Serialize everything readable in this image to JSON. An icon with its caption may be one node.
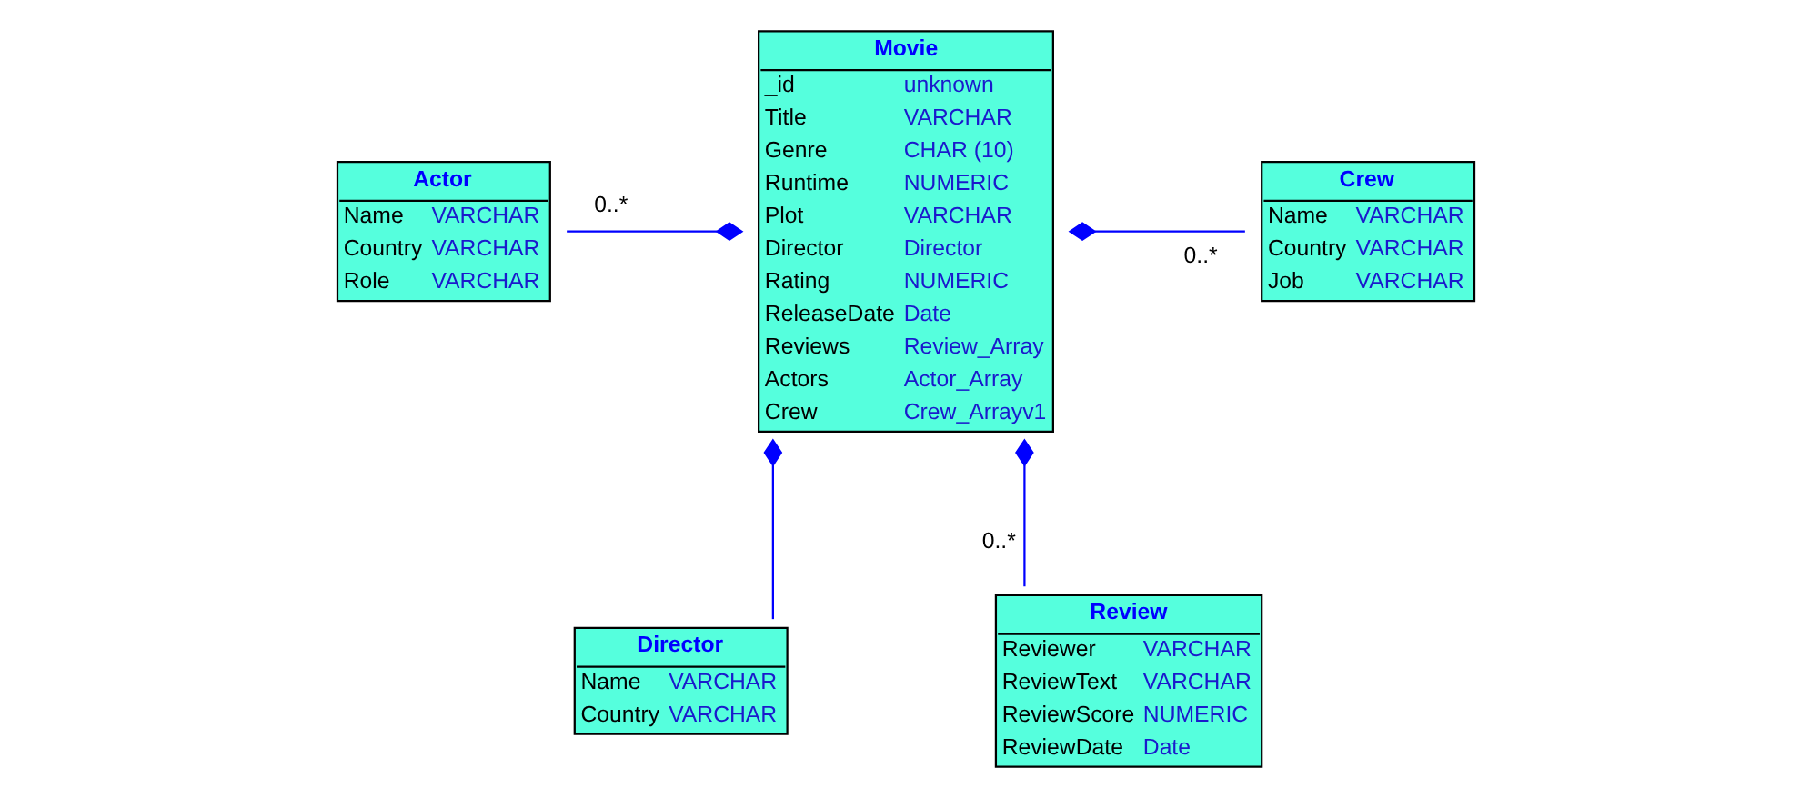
{
  "diagram": {
    "nodes": [
      {
        "text": [
          "Actor",
          "Name",
          "VARCHAR",
          "Country",
          "VARCHAR",
          "Role",
          "VARCHAR"
        ]
      },
      {
        "text": [
          "Movie",
          "_id",
          "unknown",
          "Title",
          "VARCHAR",
          "Genre",
          "CHAR (10)",
          "Runtime",
          "NUMERIC",
          "Plot",
          "VARCHAR",
          "Director",
          "Director",
          "Rating",
          "NUMERIC",
          "ReleaseDate",
          "Date",
          "Reviews",
          "Review_Array",
          "Actors",
          "Actor_Array",
          "Crew",
          "Crew_Arrayv1"
        ]
      },
      {
        "text": [
          "Crew",
          "Name",
          "VARCHAR",
          "Country",
          "VARCHAR",
          "Job",
          "VARCHAR"
        ]
      },
      {
        "text": [
          "Director",
          "Name",
          "VARCHAR",
          "Country",
          "VARCHAR"
        ]
      },
      {
        "text": [
          "Review",
          "Reviewer",
          "VARCHAR",
          "ReviewText",
          "VARCHAR",
          "ReviewScore",
          "NUMERIC",
          "ReviewDate",
          "Date"
        ]
      }
    ],
    "edges": [
      {
        "from": 1,
        "to": 0,
        "arrow": "other",
        "label": "0..*"
      },
      {
        "from": 1,
        "to": 2,
        "arrow": "other",
        "label": "0..*"
      },
      {
        "from": 1,
        "to": 3,
        "arrow": "other"
      },
      {
        "from": 1,
        "to": 4,
        "arrow": "other",
        "label": "0..*"
      }
    ]
  }
}
